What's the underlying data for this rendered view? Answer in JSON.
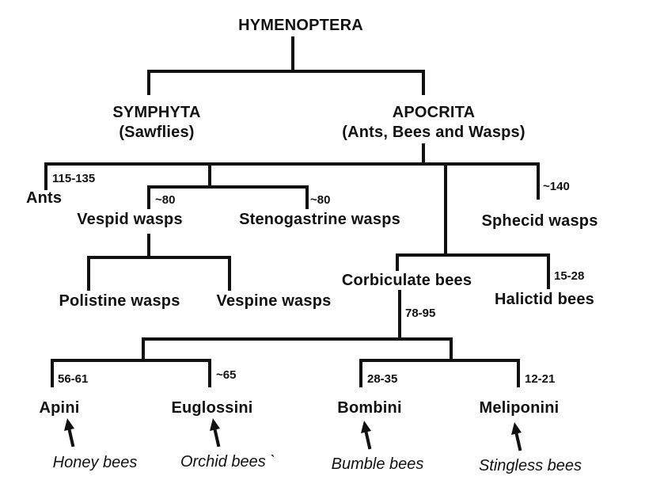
{
  "root": "HYMENOPTERA",
  "symphyta": {
    "name": "SYMPHYTA",
    "common": "(Sawflies)"
  },
  "apocrita": {
    "name": "APOCRITA",
    "common": "(Ants, Bees and Wasps)"
  },
  "groups": {
    "ants": {
      "name": "Ants",
      "estimate": "115-135"
    },
    "vespid": {
      "name": "Vespid wasps",
      "estimate": "~80"
    },
    "stenogastrine": {
      "name": "Stenogastrine wasps",
      "estimate": "~80"
    },
    "sphecid": {
      "name": "Sphecid wasps",
      "estimate": "~140"
    },
    "polistine": {
      "name": "Polistine wasps"
    },
    "vespine": {
      "name": "Vespine wasps"
    },
    "corbiculate": {
      "name": "Corbiculate bees",
      "estimate": "78-95"
    },
    "halictid": {
      "name": "Halictid bees",
      "estimate": "15-28"
    }
  },
  "tribes": [
    {
      "name": "Apini",
      "estimate": "56-61",
      "common": "Honey bees"
    },
    {
      "name": "Euglossini",
      "estimate": "~65",
      "common": "Orchid bees `"
    },
    {
      "name": "Bombini",
      "estimate": "28-35",
      "common": "Bumble bees"
    },
    {
      "name": "Meliponini",
      "estimate": "12-21",
      "common": "Stingless bees"
    }
  ],
  "colors": {
    "line": "#111111",
    "text": "#111111",
    "background": "#ffffff"
  },
  "icons": {
    "tribe_pointer": "up-arrow-icon"
  }
}
